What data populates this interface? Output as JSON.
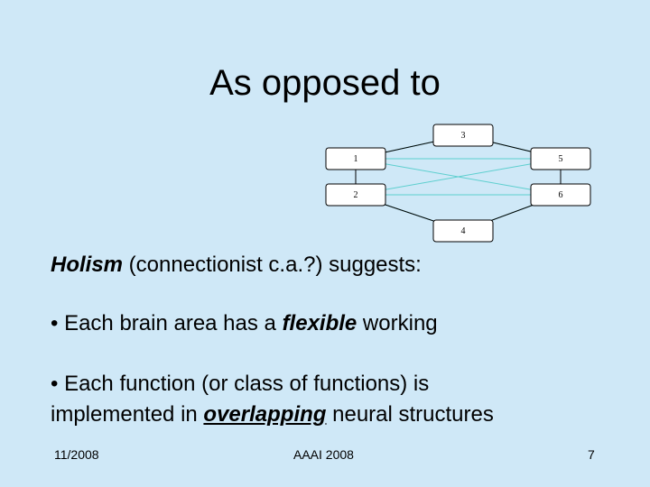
{
  "title": "As opposed to",
  "diagram": {
    "nodes": [
      {
        "id": "3",
        "label": "3"
      },
      {
        "id": "1",
        "label": "1"
      },
      {
        "id": "5",
        "label": "5"
      },
      {
        "id": "2",
        "label": "2"
      },
      {
        "id": "6",
        "label": "6"
      },
      {
        "id": "4",
        "label": "4"
      }
    ],
    "edges_black": [
      [
        "3",
        "1"
      ],
      [
        "3",
        "5"
      ],
      [
        "1",
        "2"
      ],
      [
        "5",
        "6"
      ],
      [
        "2",
        "4"
      ],
      [
        "6",
        "4"
      ]
    ],
    "edges_teal": [
      [
        "1",
        "3"
      ],
      [
        "3",
        "5"
      ],
      [
        "1",
        "5"
      ],
      [
        "1",
        "6"
      ],
      [
        "2",
        "5"
      ],
      [
        "2",
        "6"
      ],
      [
        "2",
        "4"
      ],
      [
        "4",
        "6"
      ]
    ],
    "colors": {
      "node_fill": "#ffffff",
      "node_border": "#000000",
      "edge_black": "#000000",
      "edge_teal": "#5ecfcf"
    }
  },
  "body": {
    "holism_word": "Holism",
    "holism_rest": " (connectionist c.a.?) suggests:",
    "bullet1_pre": "• Each brain area has a ",
    "bullet1_em": "flexible",
    "bullet1_post": " working",
    "bullet2_line1": "• Each function (or class of functions) is",
    "bullet2_pre": "implemented in ",
    "bullet2_em": "overlapping",
    "bullet2_post": " neural structures"
  },
  "footer": {
    "date": "11/2008",
    "venue": "AAAI 2008",
    "page": "7"
  },
  "colors": {
    "background": "#cfe8f7"
  }
}
